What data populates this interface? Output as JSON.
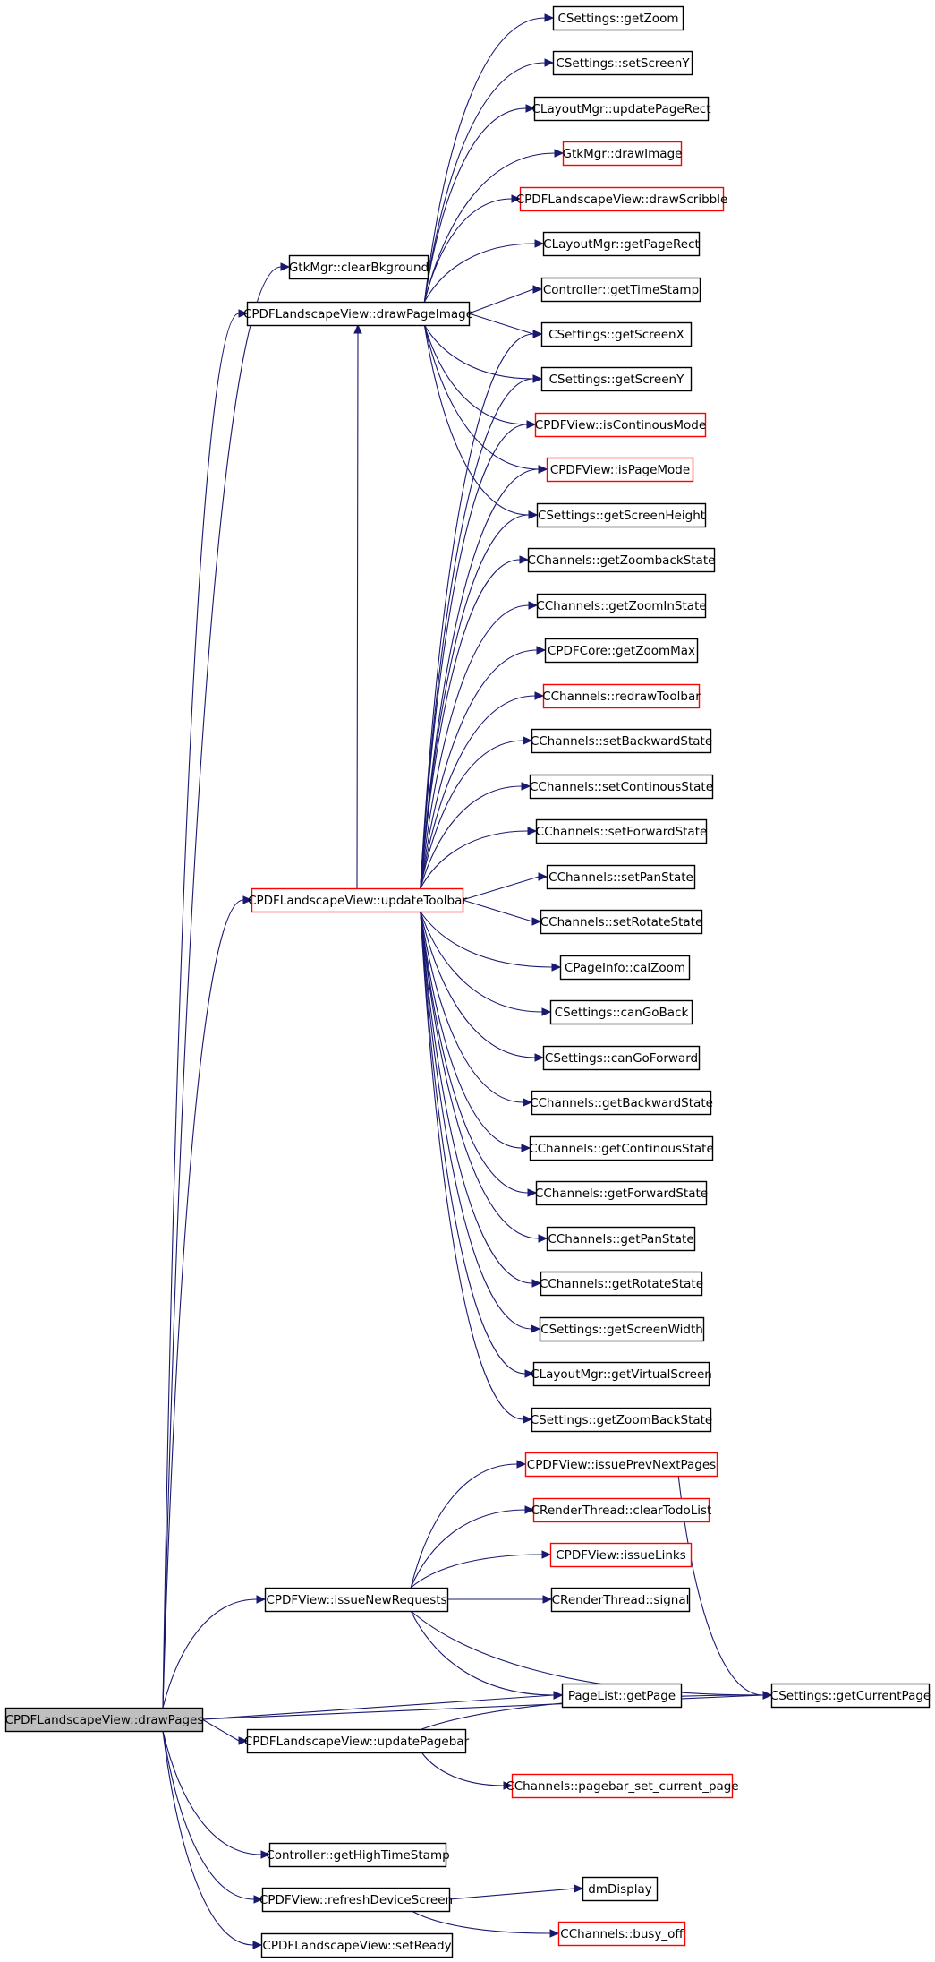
{
  "colors": {
    "edge": "#191970",
    "normal_border": "#000000",
    "truncated_border": "#ff0000",
    "root_fill": "#bfbfbf",
    "node_fill": "#ffffff"
  },
  "nodes": [
    {
      "id": "root",
      "label": "CPDFLandscapeView::drawPages",
      "style": "root"
    },
    {
      "id": "clearBkground",
      "label": "GtkMgr::clearBkground",
      "style": "normal"
    },
    {
      "id": "drawPageImage",
      "label": "CPDFLandscapeView::drawPageImage",
      "style": "normal"
    },
    {
      "id": "getZoom",
      "label": "CSettings::getZoom",
      "style": "normal"
    },
    {
      "id": "setScreenY",
      "label": "CSettings::setScreenY",
      "style": "normal"
    },
    {
      "id": "updatePageRect",
      "label": "CLayoutMgr::updatePageRect",
      "style": "normal"
    },
    {
      "id": "drawImage",
      "label": "GtkMgr::drawImage",
      "style": "truncated"
    },
    {
      "id": "drawScribble",
      "label": "CPDFLandscapeView::drawScribble",
      "style": "truncated"
    },
    {
      "id": "getPageRect",
      "label": "CLayoutMgr::getPageRect",
      "style": "normal"
    },
    {
      "id": "getTimeStamp",
      "label": "Controller::getTimeStamp",
      "style": "normal"
    },
    {
      "id": "getScreenX",
      "label": "CSettings::getScreenX",
      "style": "normal"
    },
    {
      "id": "getScreenY",
      "label": "CSettings::getScreenY",
      "style": "normal"
    },
    {
      "id": "isContinousMode",
      "label": "CPDFView::isContinousMode",
      "style": "truncated"
    },
    {
      "id": "isPageMode",
      "label": "CPDFView::isPageMode",
      "style": "truncated"
    },
    {
      "id": "getScreenHeight",
      "label": "CSettings::getScreenHeight",
      "style": "normal"
    },
    {
      "id": "getZoombackState",
      "label": "CChannels::getZoombackState",
      "style": "normal"
    },
    {
      "id": "getZoomInState",
      "label": "CChannels::getZoomInState",
      "style": "normal"
    },
    {
      "id": "getZoomMax",
      "label": "CPDFCore::getZoomMax",
      "style": "normal"
    },
    {
      "id": "redrawToolbar",
      "label": "CChannels::redrawToolbar",
      "style": "truncated"
    },
    {
      "id": "setBackwardState",
      "label": "CChannels::setBackwardState",
      "style": "normal"
    },
    {
      "id": "setContinousState",
      "label": "CChannels::setContinousState",
      "style": "normal"
    },
    {
      "id": "setForwardState",
      "label": "CChannels::setForwardState",
      "style": "normal"
    },
    {
      "id": "setPanState",
      "label": "CChannels::setPanState",
      "style": "normal"
    },
    {
      "id": "updateToolbar",
      "label": "CPDFLandscapeView::updateToolbar",
      "style": "truncated"
    },
    {
      "id": "setRotateState",
      "label": "CChannels::setRotateState",
      "style": "normal"
    },
    {
      "id": "calZoom",
      "label": "CPageInfo::calZoom",
      "style": "normal"
    },
    {
      "id": "canGoBack",
      "label": "CSettings::canGoBack",
      "style": "normal"
    },
    {
      "id": "canGoForward",
      "label": "CSettings::canGoForward",
      "style": "normal"
    },
    {
      "id": "getBackwardState",
      "label": "CChannels::getBackwardState",
      "style": "normal"
    },
    {
      "id": "getContinousState",
      "label": "CChannels::getContinousState",
      "style": "normal"
    },
    {
      "id": "getForwardState",
      "label": "CChannels::getForwardState",
      "style": "normal"
    },
    {
      "id": "getPanState",
      "label": "CChannels::getPanState",
      "style": "normal"
    },
    {
      "id": "getRotateState",
      "label": "CChannels::getRotateState",
      "style": "normal"
    },
    {
      "id": "getScreenWidth",
      "label": "CSettings::getScreenWidth",
      "style": "normal"
    },
    {
      "id": "getVirtualScreen",
      "label": "CLayoutMgr::getVirtualScreen",
      "style": "normal"
    },
    {
      "id": "getZoomBackState",
      "label": "CSettings::getZoomBackState",
      "style": "normal"
    },
    {
      "id": "issuePrevNextPages",
      "label": "CPDFView::issuePrevNextPages",
      "style": "truncated"
    },
    {
      "id": "clearTodoList",
      "label": "CRenderThread::clearTodoList",
      "style": "truncated"
    },
    {
      "id": "issueLinks",
      "label": "CPDFView::issueLinks",
      "style": "truncated"
    },
    {
      "id": "issueNewRequests",
      "label": "CPDFView::issueNewRequests",
      "style": "normal"
    },
    {
      "id": "signal",
      "label": "CRenderThread::signal",
      "style": "normal"
    },
    {
      "id": "getPage",
      "label": "PageList::getPage",
      "style": "normal"
    },
    {
      "id": "getCurrentPage",
      "label": "CSettings::getCurrentPage",
      "style": "normal"
    },
    {
      "id": "updatePagebar",
      "label": "CPDFLandscapeView::updatePagebar",
      "style": "normal"
    },
    {
      "id": "pagebar_set_current_page",
      "label": "CChannels::pagebar_set_current_page",
      "style": "truncated"
    },
    {
      "id": "getHighTimeStamp",
      "label": "Controller::getHighTimeStamp",
      "style": "normal"
    },
    {
      "id": "refreshDeviceScreen",
      "label": "CPDFView::refreshDeviceScreen",
      "style": "normal"
    },
    {
      "id": "dmDisplay",
      "label": "dmDisplay",
      "style": "normal"
    },
    {
      "id": "busy_off",
      "label": "CChannels::busy_off",
      "style": "truncated"
    },
    {
      "id": "setReady",
      "label": "CPDFLandscapeView::setReady",
      "style": "normal"
    }
  ],
  "edges": [
    [
      "root",
      "clearBkground"
    ],
    [
      "root",
      "drawPageImage"
    ],
    [
      "root",
      "updateToolbar"
    ],
    [
      "root",
      "issueNewRequests"
    ],
    [
      "root",
      "getPage"
    ],
    [
      "root",
      "updatePagebar"
    ],
    [
      "root",
      "getCurrentPage"
    ],
    [
      "root",
      "getHighTimeStamp"
    ],
    [
      "root",
      "refreshDeviceScreen"
    ],
    [
      "root",
      "setReady"
    ],
    [
      "drawPageImage",
      "getZoom"
    ],
    [
      "drawPageImage",
      "setScreenY"
    ],
    [
      "drawPageImage",
      "updatePageRect"
    ],
    [
      "drawPageImage",
      "drawImage"
    ],
    [
      "drawPageImage",
      "drawScribble"
    ],
    [
      "drawPageImage",
      "getPageRect"
    ],
    [
      "drawPageImage",
      "getTimeStamp"
    ],
    [
      "drawPageImage",
      "getScreenX"
    ],
    [
      "drawPageImage",
      "getScreenY"
    ],
    [
      "drawPageImage",
      "isContinousMode"
    ],
    [
      "drawPageImage",
      "isPageMode"
    ],
    [
      "drawPageImage",
      "getScreenHeight"
    ],
    [
      "updateToolbar",
      "drawPageImage"
    ],
    [
      "updateToolbar",
      "getScreenX"
    ],
    [
      "updateToolbar",
      "getScreenY"
    ],
    [
      "updateToolbar",
      "isContinousMode"
    ],
    [
      "updateToolbar",
      "isPageMode"
    ],
    [
      "updateToolbar",
      "getScreenHeight"
    ],
    [
      "updateToolbar",
      "getZoombackState"
    ],
    [
      "updateToolbar",
      "getZoomInState"
    ],
    [
      "updateToolbar",
      "getZoomMax"
    ],
    [
      "updateToolbar",
      "redrawToolbar"
    ],
    [
      "updateToolbar",
      "setBackwardState"
    ],
    [
      "updateToolbar",
      "setContinousState"
    ],
    [
      "updateToolbar",
      "setForwardState"
    ],
    [
      "updateToolbar",
      "setPanState"
    ],
    [
      "updateToolbar",
      "setRotateState"
    ],
    [
      "updateToolbar",
      "calZoom"
    ],
    [
      "updateToolbar",
      "canGoBack"
    ],
    [
      "updateToolbar",
      "canGoForward"
    ],
    [
      "updateToolbar",
      "getBackwardState"
    ],
    [
      "updateToolbar",
      "getContinousState"
    ],
    [
      "updateToolbar",
      "getForwardState"
    ],
    [
      "updateToolbar",
      "getPanState"
    ],
    [
      "updateToolbar",
      "getRotateState"
    ],
    [
      "updateToolbar",
      "getScreenWidth"
    ],
    [
      "updateToolbar",
      "getVirtualScreen"
    ],
    [
      "updateToolbar",
      "getZoomBackState"
    ],
    [
      "issueNewRequests",
      "issuePrevNextPages"
    ],
    [
      "issueNewRequests",
      "clearTodoList"
    ],
    [
      "issueNewRequests",
      "issueLinks"
    ],
    [
      "issueNewRequests",
      "signal"
    ],
    [
      "issueNewRequests",
      "getPage"
    ],
    [
      "issueNewRequests",
      "getCurrentPage"
    ],
    [
      "issuePrevNextPages",
      "getCurrentPage"
    ],
    [
      "updatePagebar",
      "getCurrentPage"
    ],
    [
      "updatePagebar",
      "pagebar_set_current_page"
    ],
    [
      "refreshDeviceScreen",
      "dmDisplay"
    ],
    [
      "refreshDeviceScreen",
      "busy_off"
    ]
  ]
}
